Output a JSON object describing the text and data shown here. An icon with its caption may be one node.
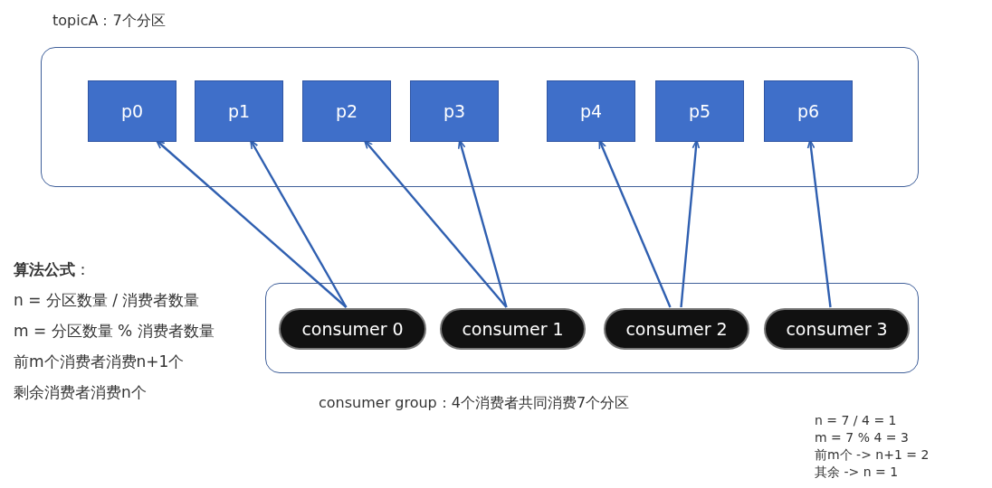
{
  "diagram": {
    "nodes": [
      {
        "text": [
          "topicA：7个分区"
        ]
      },
      {
        "text": [
          "p0"
        ],
        "in": 0
      },
      {
        "text": [
          "p1"
        ],
        "in": 0
      },
      {
        "text": [
          "p2"
        ],
        "in": 0
      },
      {
        "text": [
          "p3"
        ],
        "in": 0
      },
      {
        "text": [
          "p4"
        ],
        "in": 0
      },
      {
        "text": [
          "p5"
        ],
        "in": 0
      },
      {
        "text": [
          "p6"
        ],
        "in": 0
      },
      {
        "text": [
          "consumer group：4个消费者共同消费7个分区"
        ]
      },
      {
        "text": [
          "consumer 0"
        ],
        "in": 8
      },
      {
        "text": [
          "consumer 1"
        ],
        "in": 8
      },
      {
        "text": [
          "consumer 2"
        ],
        "in": 8
      },
      {
        "text": [
          "consumer 3"
        ],
        "in": 8
      }
    ],
    "edges": [
      {
        "from": 9,
        "to": 1,
        "arrow": "to"
      },
      {
        "from": 9,
        "to": 2,
        "arrow": "to"
      },
      {
        "from": 10,
        "to": 3,
        "arrow": "to"
      },
      {
        "from": 10,
        "to": 4,
        "arrow": "to"
      },
      {
        "from": 11,
        "to": 5,
        "arrow": "to"
      },
      {
        "from": 11,
        "to": 6,
        "arrow": "to"
      },
      {
        "from": 12,
        "to": 7,
        "arrow": "to"
      }
    ],
    "labels": [
      "**算法公式**：",
      "n = 分区数量 / 消费者数量",
      "m = 分区数量 % 消费者数量",
      "前m个消费者消费n+1个",
      "剩余消费者消费n个",
      "n = 7 / 4 = 1",
      "m = 7 % 4 = 3",
      "前m个 -> n+1 = 2",
      "其余 -> n = 1"
    ]
  }
}
